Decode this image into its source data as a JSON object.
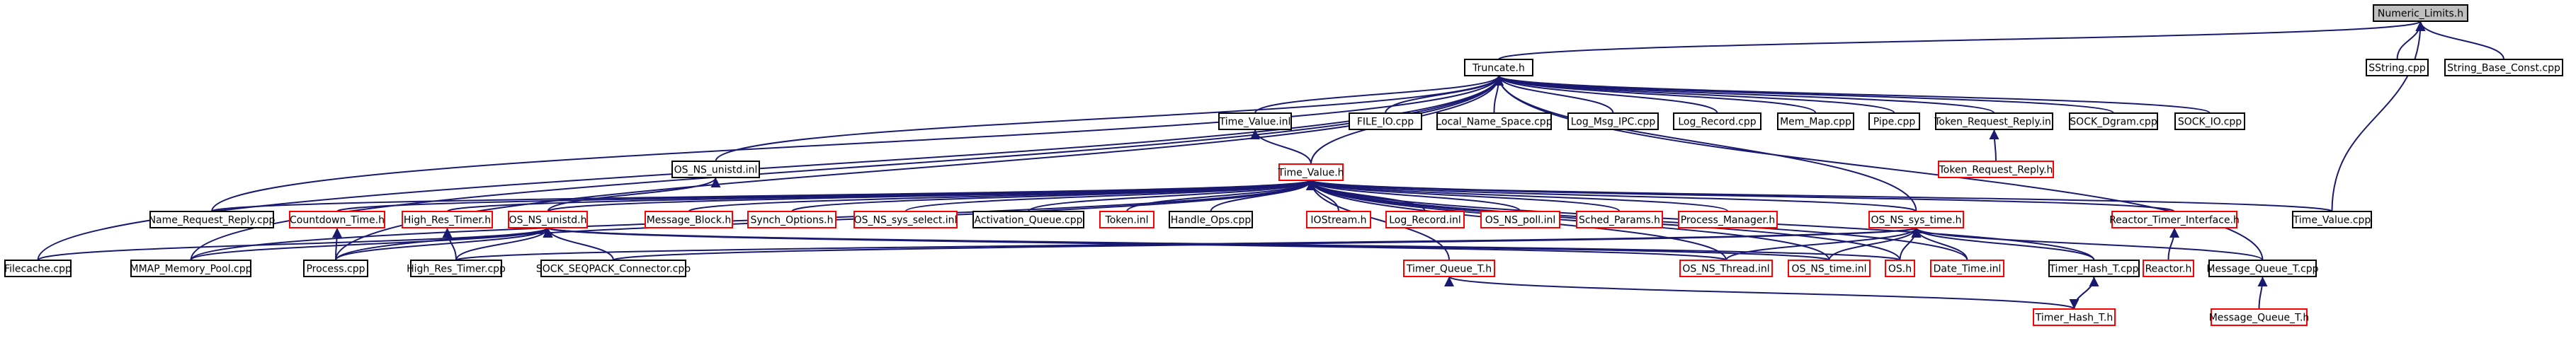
{
  "colors": {
    "edge": "#191970",
    "node_border_documented": "#000000",
    "node_border_undocumented": "#ff0000",
    "root_fill": "#bfbfbf"
  },
  "nodes": [
    {
      "id": "numeric_limits",
      "label": "Numeric_Limits.h",
      "style": "root"
    },
    {
      "id": "truncate",
      "label": "Truncate.h",
      "style": "black"
    },
    {
      "id": "sstring",
      "label": "SString.cpp",
      "style": "black"
    },
    {
      "id": "string_base_const",
      "label": "String_Base_Const.cpp",
      "style": "black"
    },
    {
      "id": "time_value_inl",
      "label": "Time_Value.inl",
      "style": "black"
    },
    {
      "id": "file_io",
      "label": "FILE_IO.cpp",
      "style": "black"
    },
    {
      "id": "local_name_space",
      "label": "Local_Name_Space.cpp",
      "style": "black"
    },
    {
      "id": "log_msg_ipc",
      "label": "Log_Msg_IPC.cpp",
      "style": "black"
    },
    {
      "id": "log_record_cpp",
      "label": "Log_Record.cpp",
      "style": "black"
    },
    {
      "id": "mem_map",
      "label": "Mem_Map.cpp",
      "style": "black"
    },
    {
      "id": "pipe",
      "label": "Pipe.cpp",
      "style": "black"
    },
    {
      "id": "token_request_reply_inl",
      "label": "Token_Request_Reply.inl",
      "style": "black"
    },
    {
      "id": "sock_dgram",
      "label": "SOCK_Dgram.cpp",
      "style": "black"
    },
    {
      "id": "sock_io",
      "label": "SOCK_IO.cpp",
      "style": "black"
    },
    {
      "id": "os_ns_unistd_inl",
      "label": "OS_NS_unistd.inl",
      "style": "black"
    },
    {
      "id": "token_request_reply_h",
      "label": "Token_Request_Reply.h",
      "style": "red"
    },
    {
      "id": "time_value_h",
      "label": "Time_Value.h",
      "style": "red"
    },
    {
      "id": "name_request_reply",
      "label": "Name_Request_Reply.cpp",
      "style": "black"
    },
    {
      "id": "countdown_time",
      "label": "Countdown_Time.h",
      "style": "red"
    },
    {
      "id": "high_res_timer_h",
      "label": "High_Res_Timer.h",
      "style": "red"
    },
    {
      "id": "os_ns_unistd_h",
      "label": "OS_NS_unistd.h",
      "style": "red"
    },
    {
      "id": "message_block",
      "label": "Message_Block.h",
      "style": "red"
    },
    {
      "id": "synch_options",
      "label": "Synch_Options.h",
      "style": "red"
    },
    {
      "id": "os_ns_sys_select",
      "label": "OS_NS_sys_select.inl",
      "style": "red"
    },
    {
      "id": "activation_queue",
      "label": "Activation_Queue.cpp",
      "style": "black"
    },
    {
      "id": "token_inl",
      "label": "Token.inl",
      "style": "red"
    },
    {
      "id": "handle_ops",
      "label": "Handle_Ops.cpp",
      "style": "black"
    },
    {
      "id": "iostream",
      "label": "IOStream.h",
      "style": "red"
    },
    {
      "id": "log_record_inl",
      "label": "Log_Record.inl",
      "style": "red"
    },
    {
      "id": "os_ns_poll",
      "label": "OS_NS_poll.inl",
      "style": "red"
    },
    {
      "id": "sched_params",
      "label": "Sched_Params.h",
      "style": "red"
    },
    {
      "id": "process_manager",
      "label": "Process_Manager.h",
      "style": "red"
    },
    {
      "id": "os_ns_sys_time",
      "label": "OS_NS_sys_time.h",
      "style": "red"
    },
    {
      "id": "reactor_timer_interface",
      "label": "Reactor_Timer_Interface.h",
      "style": "red"
    },
    {
      "id": "time_value_cpp",
      "label": "Time_Value.cpp",
      "style": "black"
    },
    {
      "id": "filecache",
      "label": "Filecache.cpp",
      "style": "black"
    },
    {
      "id": "mmap_memory_pool",
      "label": "MMAP_Memory_Pool.cpp",
      "style": "black"
    },
    {
      "id": "process_cpp",
      "label": "Process.cpp",
      "style": "black"
    },
    {
      "id": "high_res_timer_cpp",
      "label": "High_Res_Timer.cpp",
      "style": "black"
    },
    {
      "id": "sock_seqpack",
      "label": "SOCK_SEQPACK_Connector.cpp",
      "style": "black"
    },
    {
      "id": "timer_queue_t",
      "label": "Timer_Queue_T.h",
      "style": "red"
    },
    {
      "id": "os_ns_thread",
      "label": "OS_NS_Thread.inl",
      "style": "red"
    },
    {
      "id": "os_ns_time",
      "label": "OS_NS_time.inl",
      "style": "red"
    },
    {
      "id": "os_h",
      "label": "OS.h",
      "style": "red"
    },
    {
      "id": "date_time",
      "label": "Date_Time.inl",
      "style": "red"
    },
    {
      "id": "timer_hash_t_cpp",
      "label": "Timer_Hash_T.cpp",
      "style": "black"
    },
    {
      "id": "reactor_h",
      "label": "Reactor.h",
      "style": "red"
    },
    {
      "id": "message_queue_t_cpp",
      "label": "Message_Queue_T.cpp",
      "style": "black"
    },
    {
      "id": "timer_hash_t_h",
      "label": "Timer_Hash_T.h",
      "style": "red"
    },
    {
      "id": "message_queue_t_h",
      "label": "Message_Queue_T.h",
      "style": "red"
    }
  ]
}
